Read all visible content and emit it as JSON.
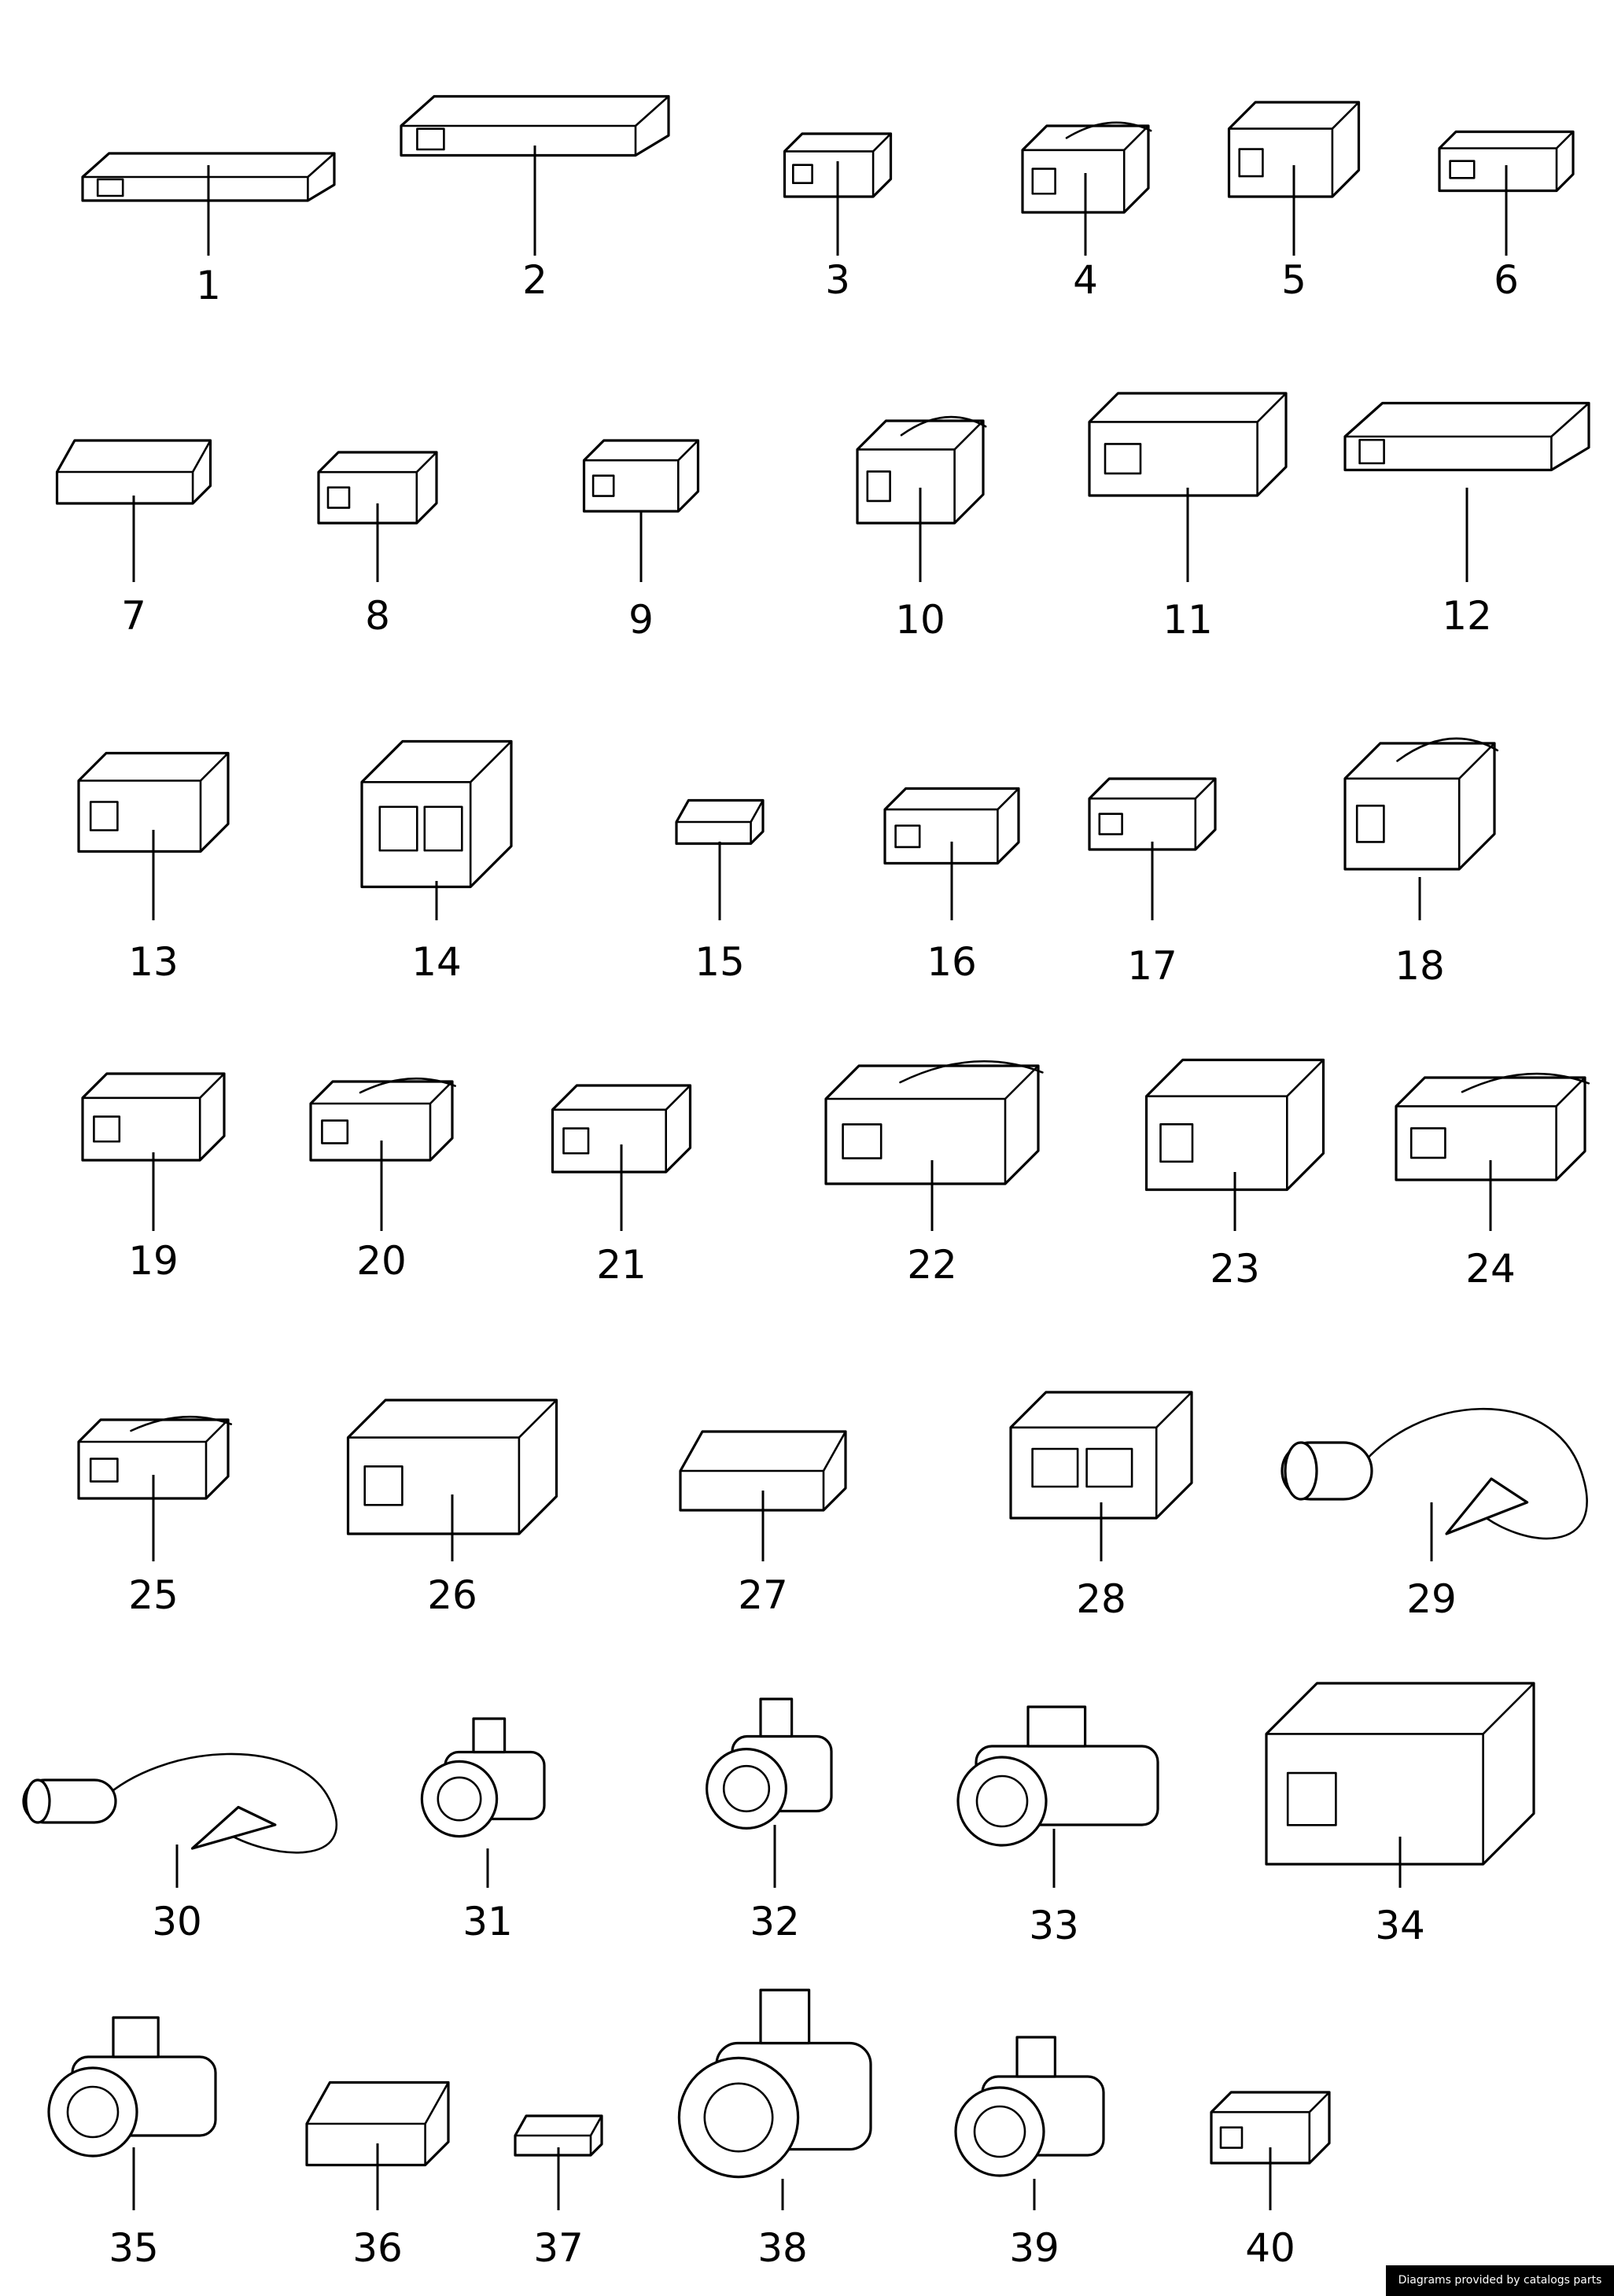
{
  "diagram": {
    "parts": [
      {
        "label": "1"
      },
      {
        "label": "2"
      },
      {
        "label": "3"
      },
      {
        "label": "4"
      },
      {
        "label": "5"
      },
      {
        "label": "6"
      },
      {
        "label": "7"
      },
      {
        "label": "8"
      },
      {
        "label": "9"
      },
      {
        "label": "10"
      },
      {
        "label": "11"
      },
      {
        "label": "12"
      },
      {
        "label": "13"
      },
      {
        "label": "14"
      },
      {
        "label": "15"
      },
      {
        "label": "16"
      },
      {
        "label": "17"
      },
      {
        "label": "18"
      },
      {
        "label": "19"
      },
      {
        "label": "20"
      },
      {
        "label": "21"
      },
      {
        "label": "22"
      },
      {
        "label": "23"
      },
      {
        "label": "24"
      },
      {
        "label": "25"
      },
      {
        "label": "26"
      },
      {
        "label": "27"
      },
      {
        "label": "28"
      },
      {
        "label": "29"
      },
      {
        "label": "30"
      },
      {
        "label": "31"
      },
      {
        "label": "32"
      },
      {
        "label": "33"
      },
      {
        "label": "34"
      },
      {
        "label": "35"
      },
      {
        "label": "36"
      },
      {
        "label": "37"
      },
      {
        "label": "38"
      },
      {
        "label": "39"
      },
      {
        "label": "40"
      }
    ]
  },
  "credit": "Diagrams provided by catalogs parts"
}
